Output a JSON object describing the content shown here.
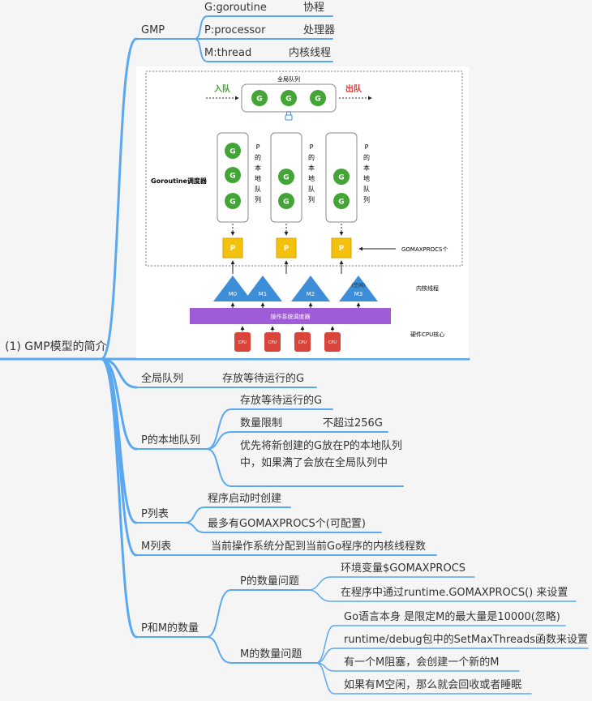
{
  "root": {
    "label": "(1) GMP模型的简介"
  },
  "gmp": {
    "label": "GMP",
    "items": [
      {
        "name": "G:goroutine",
        "desc": "协程"
      },
      {
        "name": "P:processor",
        "desc": "处理器"
      },
      {
        "name": "M:thread",
        "desc": "内核线程"
      }
    ]
  },
  "figure": {
    "global_queue_label": "全局队列",
    "enqueue": "入队",
    "dequeue": "出队",
    "g": "G",
    "p": "P",
    "scheduler_label": "Goroutine调度器",
    "local_queue_chars": [
      "P",
      "的",
      "本",
      "地",
      "队",
      "列"
    ],
    "gomaxprocs_label": "GOMAXPROCS个",
    "m_labels": [
      "M0",
      "M1",
      "M2",
      "M3"
    ],
    "m3_note": "(空闲)",
    "kernel_thread_label": "内核线程",
    "os_scheduler_label": "操作系统调度器",
    "cpu": "CPU",
    "hw_label": "硬件CPU核心",
    "colors": {
      "g": "#43a535",
      "p": "#f4c20d",
      "m": "#3d8ed8",
      "os_bar": "#a05bd6",
      "cpu": "#d9443b",
      "enqueue": "#43a535",
      "dequeue": "#e53935"
    }
  },
  "global_queue": {
    "label": "全局队列",
    "desc": "存放等待运行的G"
  },
  "p_local": {
    "label": "P的本地队列",
    "item1": "存放等待运行的G",
    "limit_label": "数量限制",
    "limit_value": "不超过256G",
    "item3": "优先将新创建的G放在P的本地队列中，如果满了会放在全局队列中"
  },
  "p_list": {
    "label": "P列表",
    "items": [
      "程序启动时创建",
      "最多有GOMAXPROCS个(可配置)"
    ]
  },
  "m_list": {
    "label": "M列表",
    "desc": "当前操作系统分配到当前Go程序的内核线程数"
  },
  "pm_count": {
    "label": "P和M的数量",
    "p_problem": {
      "label": "P的数量问题",
      "items": [
        "环境变量$GOMAXPROCS",
        "在程序中通过runtime.GOMAXPROCS() 来设置"
      ]
    },
    "m_problem": {
      "label": "M的数量问题",
      "items": [
        "Go语言本身 是限定M的最大量是10000(忽略)",
        "runtime/debug包中的SetMaxThreads函数来设置",
        "有一个M阻塞，会创建一个新的M",
        "如果有M空闲，那么就会回收或者睡眠"
      ]
    }
  },
  "line_color": "#5aa9f0"
}
